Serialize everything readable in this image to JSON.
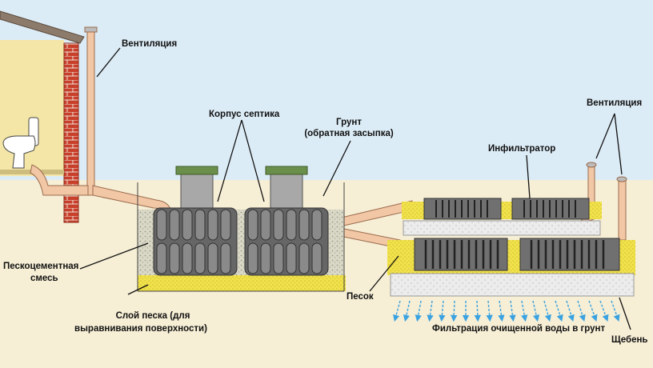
{
  "labels": {
    "ventilation_house": "Вентиляция",
    "septic_body": "Корпус септика",
    "ground_line1": "Грунт",
    "ground_line2": "(обратная засыпка)",
    "ventilation_field": "Вентиляция",
    "infiltrator": "Инфильтратор",
    "sand_cement_line1": "Пескоцементная",
    "sand_cement_line2": "смесь",
    "sand_layer_line1": "Слой песка (для",
    "sand_layer_line2": "выравнивания  поверхности)",
    "sand": "Песок",
    "filtration": "Фильтрация  очищенной воды в грунт",
    "gravel": "Щебень"
  },
  "colors": {
    "sky": "#dcecf6",
    "ground": "#f6eed5",
    "house_wall": "#f4e6a6",
    "brick": "#c8402c",
    "pipe": "#f2c7a6",
    "pipe_edge": "#9a6b4c",
    "tank_body": "#888888",
    "tank_lid": "#6a8f4a",
    "infiltrator_body": "#707070",
    "sand": "#f1e24b",
    "gravel": "#e6e6e6",
    "water_arrows": "#3aa2e0"
  }
}
